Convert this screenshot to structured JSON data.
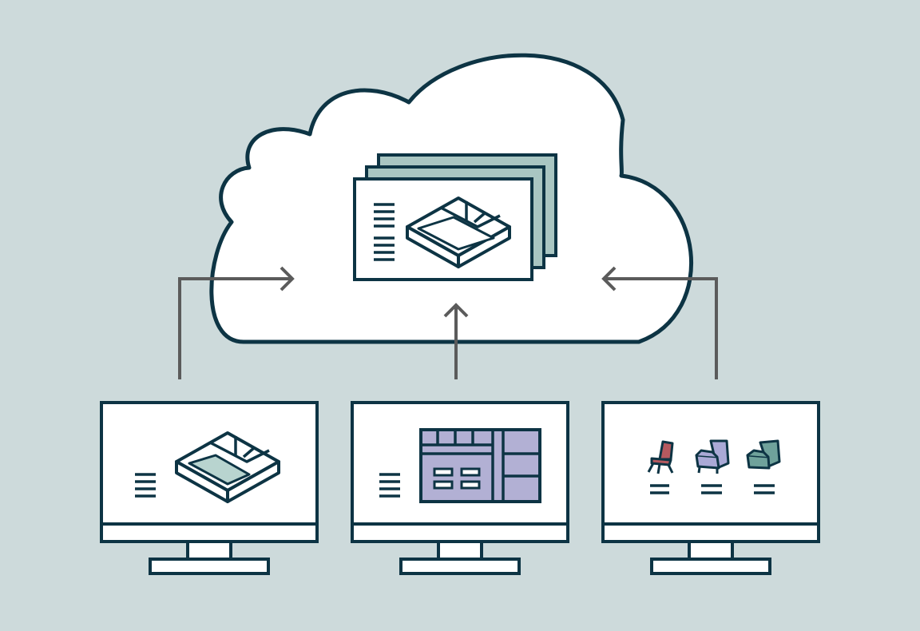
{
  "diagram": {
    "type": "cloud-sync-illustration",
    "colors": {
      "background": "#cddadb",
      "outline": "#0d3444",
      "arrow": "#5b5b5b",
      "white": "#ffffff",
      "stack_teal": "#a9c6c2",
      "tray_fill": "#b8d4cf",
      "lavender": "#b2b0d4",
      "chair_red": "#b5595f",
      "chair_lavender": "#aaa9d6",
      "chair_teal": "#6fa29b"
    },
    "cloud": {
      "name": "cloud",
      "content_icon": "layered-documents-with-tray-icon"
    },
    "arrows": [
      {
        "name": "left-arrow",
        "direction": "right"
      },
      {
        "name": "center-arrow",
        "direction": "up"
      },
      {
        "name": "right-arrow",
        "direction": "left"
      }
    ],
    "monitors": [
      {
        "name": "monitor-left",
        "content_icon": "tray-3d-icon"
      },
      {
        "name": "monitor-center",
        "content_icon": "floor-plan-icon"
      },
      {
        "name": "monitor-right",
        "content_icon": "chairs-icon"
      }
    ]
  }
}
